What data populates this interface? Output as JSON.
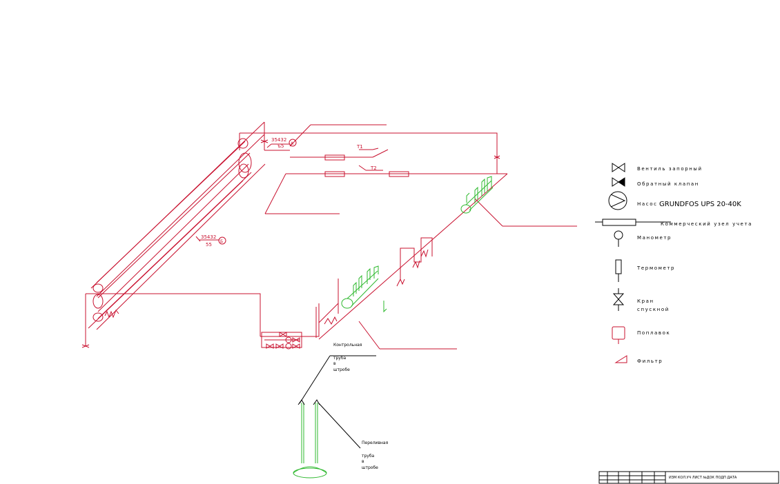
{
  "labels": {
    "riser_a_code": "35432",
    "riser_a_size": "ъ5",
    "riser_a_letter": "А",
    "riser_b_code": "35432",
    "riser_b_size": "55",
    "riser_b_letter": "Б",
    "t1": "Т1",
    "t2": "Т2",
    "control_pipe_1": "Контрольная",
    "control_pipe_2": "труба",
    "control_pipe_3": "в",
    "control_pipe_4": "штробе",
    "transition_pipe_1": "Переливная",
    "transition_pipe_2": "труба",
    "transition_pipe_3": "в",
    "transition_pipe_4": "штробе"
  },
  "legend": {
    "valve": "Вентиль запорный",
    "check_valve": "Обратный клапан",
    "pump_prefix": "Насос",
    "pump_model": "GRUNDFOS UPS 20-40K",
    "meter": "Коммерческий узел учета",
    "manometer": "Манометр",
    "thermometer": "Термометр",
    "drain_cock_1": "Кран",
    "drain_cock_2": "спускной",
    "float": "Поплавок",
    "filter": "Фильтр"
  },
  "title_block": {
    "caption": "ИЗМ КОЛ.УЧ ЛИСТ №ДОК ПОДП ДАТА"
  },
  "colors": {
    "pipe": "#c8102e",
    "fitting": "#2db82d",
    "ink": "#000000"
  }
}
